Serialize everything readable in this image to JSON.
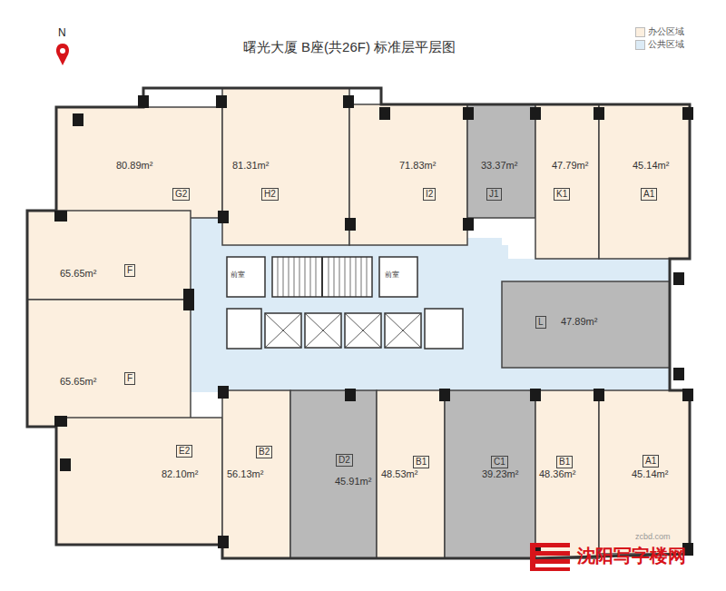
{
  "diagram": {
    "title": "曙光大厦 B座(共26F) 标准层平层图",
    "nodes": [
      {
        "text": [
          "80.89m²",
          "G2"
        ]
      },
      {
        "text": [
          "81.31m²",
          "H2"
        ]
      },
      {
        "text": [
          "71.83m²",
          "I2"
        ]
      },
      {
        "text": [
          "33.37m²",
          "J1"
        ]
      },
      {
        "text": [
          "47.79m²",
          "K1"
        ]
      },
      {
        "text": [
          "45.14m²",
          "A1"
        ]
      },
      {
        "text": [
          "65.65m²",
          "F"
        ]
      },
      {
        "text": [
          "47.89m²",
          "L"
        ]
      },
      {
        "text": [
          "65.65m²",
          "F"
        ]
      },
      {
        "text": [
          "82.10m²",
          "E2"
        ]
      },
      {
        "text": [
          "56.13m²",
          "B2"
        ]
      },
      {
        "text": [
          "45.91m²",
          "D2"
        ]
      },
      {
        "text": [
          "48.53m²",
          "B1"
        ]
      },
      {
        "text": [
          "39.23m²",
          "C1"
        ]
      },
      {
        "text": [
          "48.36m²",
          "B1"
        ]
      },
      {
        "text": [
          "45.14m²",
          "A1"
        ]
      }
    ],
    "labels": [
      "N",
      "前室",
      "前室",
      "zcbd.com",
      "沈阳写字楼网"
    ],
    "legend": [
      {
        "text": "办公区域",
        "color": "#fcefdf"
      },
      {
        "text": "公共区域",
        "color": "#dcebf6"
      }
    ]
  }
}
